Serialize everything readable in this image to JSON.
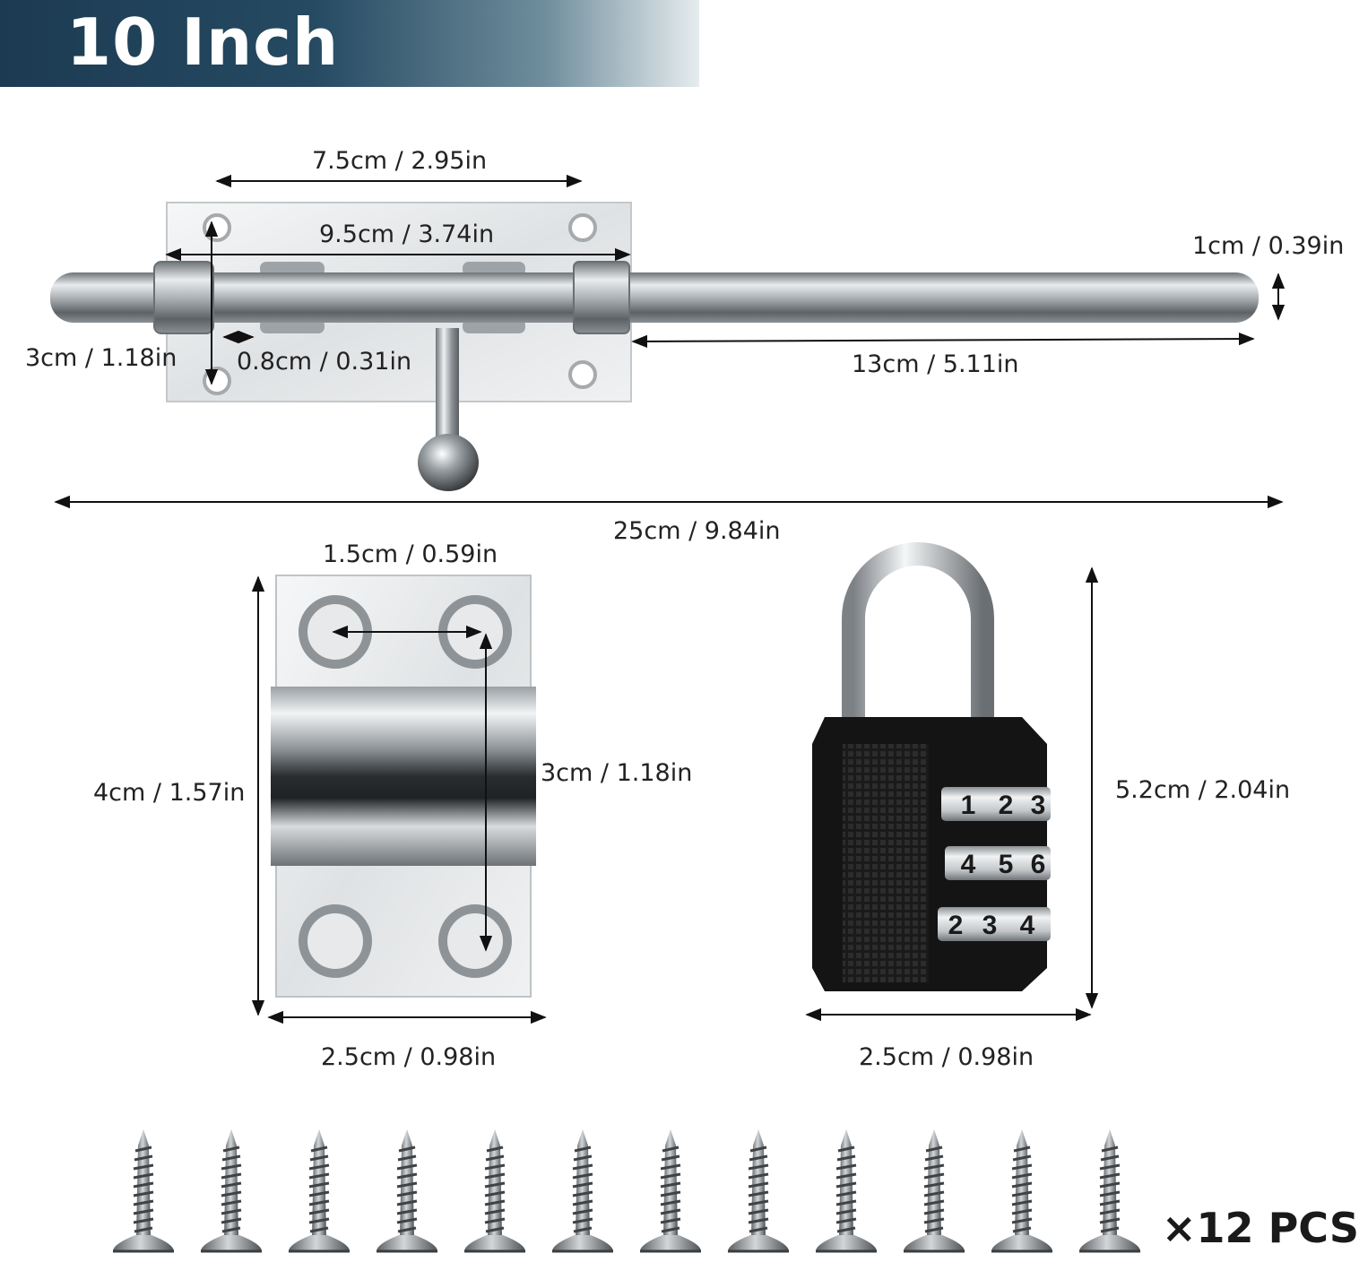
{
  "header": {
    "title": "10 Inch"
  },
  "bolt": {
    "labels": {
      "hole_spacing": "7.5cm / 2.95in",
      "plate_length": "9.5cm / 3.74in",
      "rod_diameter": "1cm / 0.39in",
      "plate_height": "3cm / 1.18in",
      "edge_offset": "0.8cm / 0.31in",
      "rod_extension": "13cm / 5.11in",
      "total_length": "25cm / 9.84in"
    }
  },
  "keeper": {
    "labels": {
      "hole_spacing": "1.5cm / 0.59in",
      "height": "4cm / 1.57in",
      "hole_vertical": "3cm / 1.18in",
      "width": "2.5cm / 0.98in"
    }
  },
  "padlock": {
    "labels": {
      "height": "5.2cm / 2.04in",
      "width": "2.5cm / 0.98in"
    },
    "dial_rows": [
      [
        "1",
        "2",
        "3"
      ],
      [
        "4",
        "5",
        "6"
      ],
      [
        "2",
        "3",
        "4"
      ]
    ]
  },
  "screws": {
    "count_label": "×12 PCS",
    "count": 12
  },
  "colors": {
    "banner_dark": "#1c3b52",
    "metal": "#b9bdc1",
    "lock_body": "#141414"
  }
}
